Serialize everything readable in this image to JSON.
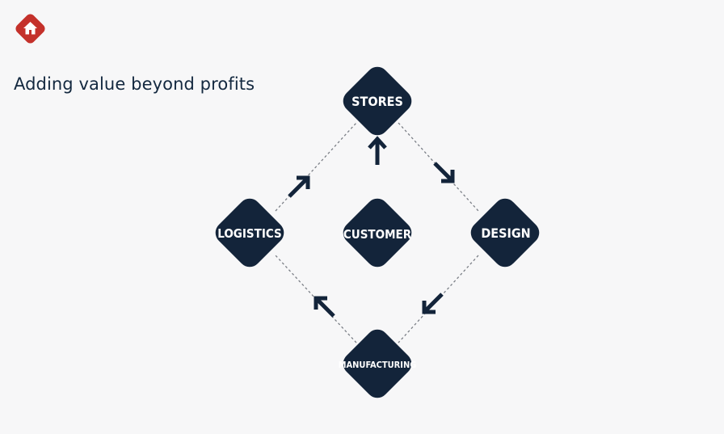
{
  "header": {
    "home_icon": "home-icon",
    "title": "Adding value beyond profits"
  },
  "colors": {
    "node_fill": "#13243a",
    "home_badge": "#c4312b",
    "title_text": "#13283f",
    "background": "#f7f7f8"
  },
  "diagram": {
    "nodes": {
      "stores": "STORES",
      "design": "DESIGN",
      "manufacturing": "MANUFACTURING",
      "logistics": "LOGISTICS",
      "customer": "CUSTOMER"
    },
    "arrow_icon": "arrow-icon"
  }
}
